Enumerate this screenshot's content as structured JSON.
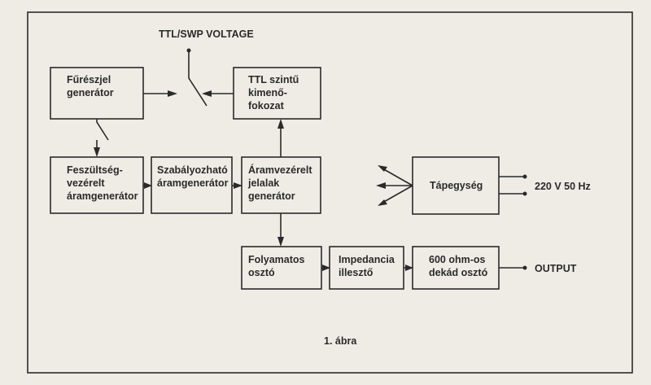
{
  "title_label": "TTL/SWP VOLTAGE",
  "caption": "1. ábra",
  "blocks": {
    "sawtooth": [
      "Fűrészjel",
      "generátor"
    ],
    "ttl": [
      "TTL szintű",
      "kimenő-",
      "fokozat"
    ],
    "vcc": [
      "Feszültség-",
      "vezérelt",
      "áramgenerátor"
    ],
    "adjustable": [
      "Szabályozható",
      "áramgenerátor"
    ],
    "waveform": [
      "Áramvezérelt",
      "jelalak",
      "generátor"
    ],
    "power": [
      "Tápegység"
    ],
    "divider": [
      "Folyamatos",
      "osztó"
    ],
    "impedance": [
      "Impedancia",
      "illesztő"
    ],
    "decade": [
      "600 ohm-os",
      "dekád osztó"
    ]
  },
  "mains_label": "220 V 50 Hz",
  "output_label": "OUTPUT"
}
